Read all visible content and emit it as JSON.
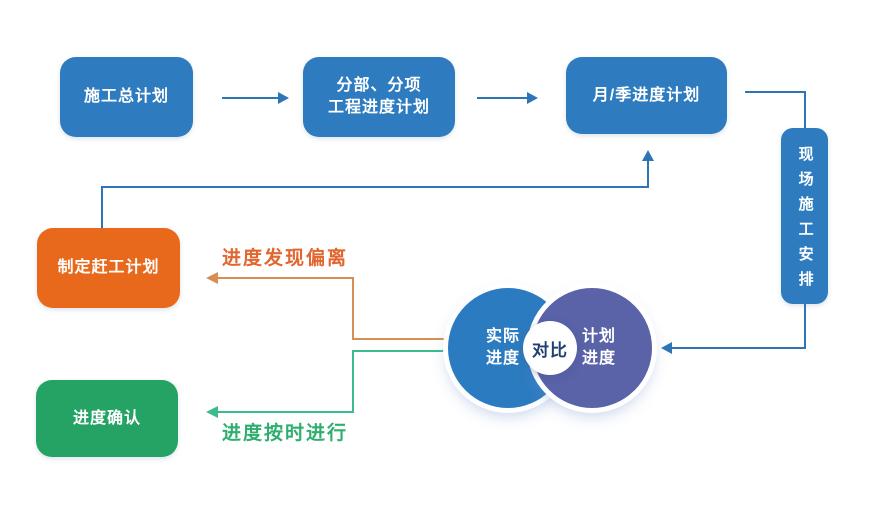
{
  "nodes": {
    "master_plan": {
      "label": "施工总计划",
      "color": "#2e7cbf"
    },
    "sub_plan": {
      "line1": "分部、分项",
      "line2": "工程进度计划",
      "color": "#2e7cbf"
    },
    "monthly_plan": {
      "label": "月/季进度计划",
      "color": "#2e7cbf"
    },
    "site_arrangement": {
      "label": "现场施工安排",
      "color": "#2e7cbf"
    },
    "rush_plan": {
      "label": "制定赶工计划",
      "color": "#e8691b"
    },
    "progress_confirm": {
      "label": "进度确认",
      "color": "#25a364"
    }
  },
  "venn": {
    "actual": {
      "line1": "实际",
      "line2": "进度",
      "color": "#2b7bc0"
    },
    "planned": {
      "line1": "计划",
      "line2": "进度",
      "color": "#5a62a8"
    },
    "compare": {
      "label": "对比",
      "text_color": "#1f4070"
    }
  },
  "edge_labels": {
    "deviation": {
      "text": "进度发现偏离",
      "color": "#e2662f"
    },
    "on_time": {
      "text": "进度按时进行",
      "color": "#2fae6e"
    }
  },
  "colors": {
    "connector_blue": "#2e75b6",
    "connector_orange": "#d78e55",
    "connector_green": "#3cbb8d",
    "background": "#ffffff"
  }
}
